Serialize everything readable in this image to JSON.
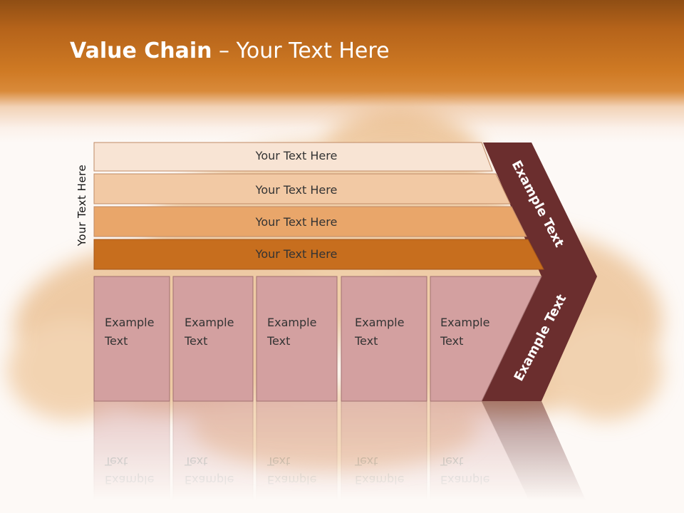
{
  "slide": {
    "title_bold": "Value Chain",
    "title_rest": " – Your Text Here",
    "side_label": "Your Text Here",
    "bars": [
      {
        "label": "Your Text Here",
        "color": "#f8e4d4"
      },
      {
        "label": "Your Text Here",
        "color": "#f2c9a4"
      },
      {
        "label": "Your Text Here",
        "color": "#e9a66a"
      },
      {
        "label": "Your Text Here",
        "color": "#c76e1e"
      }
    ],
    "boxes": [
      {
        "line1": "Example",
        "line2": "Text"
      },
      {
        "line1": "Example",
        "line2": "Text"
      },
      {
        "line1": "Example",
        "line2": "Text"
      },
      {
        "line1": "Example",
        "line2": "Text"
      },
      {
        "line1": "Example",
        "line2": "Text"
      }
    ],
    "chevron_top_label": "Example Text",
    "chevron_bottom_label": "Example Text",
    "colors": {
      "header": "#cf7a24",
      "box_fill": "#d3a0a0",
      "chevron": "#6b2e2e"
    }
  }
}
